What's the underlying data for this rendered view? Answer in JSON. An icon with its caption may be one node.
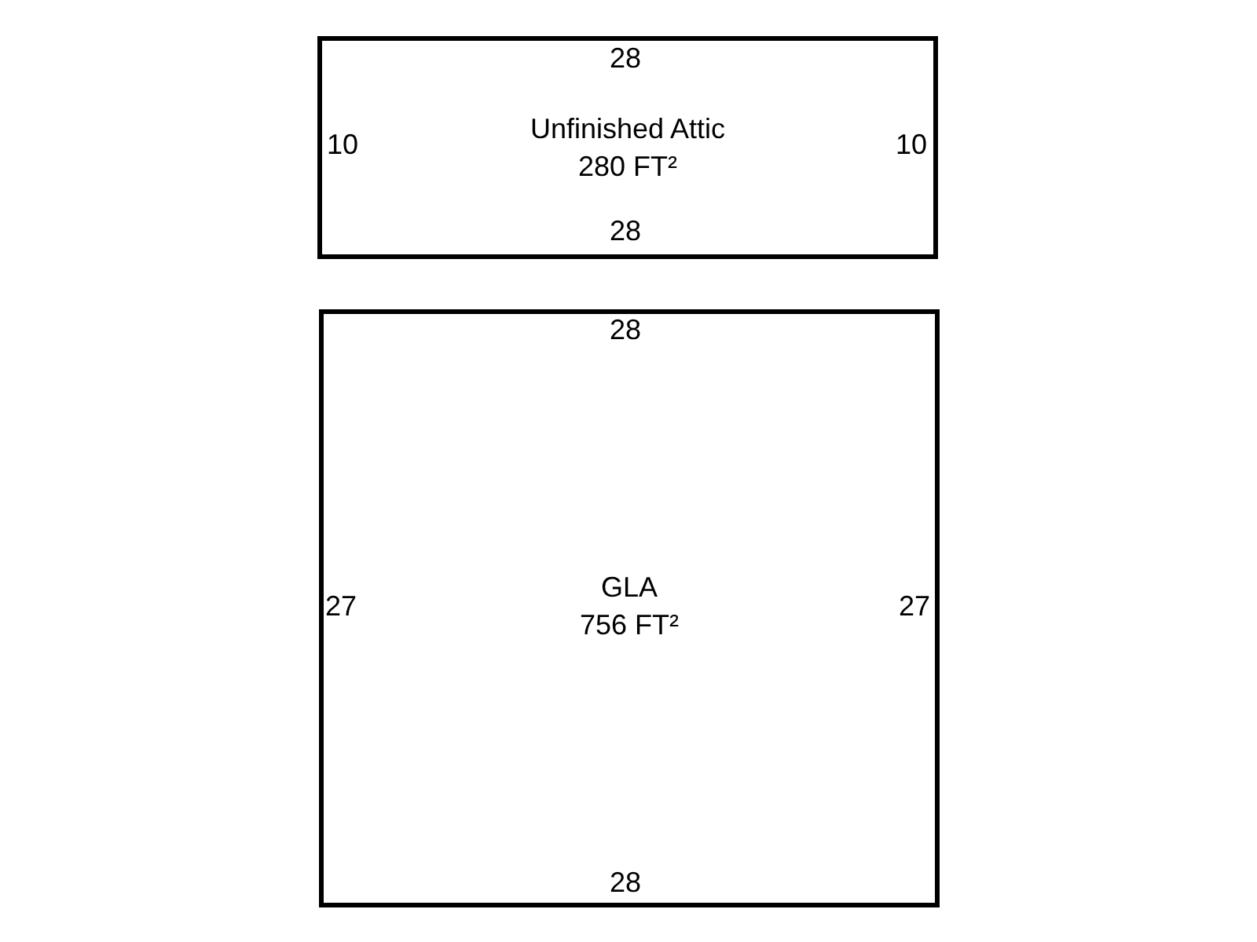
{
  "diagram": {
    "nodes": [
      {
        "text": [
          "Unfinished Attic",
          "280 FT²"
        ]
      },
      {
        "text": [
          "GLA",
          "756 FT²"
        ]
      }
    ],
    "labels": [
      "28",
      "10",
      "10",
      "28",
      "28",
      "27",
      "27",
      "28"
    ]
  }
}
